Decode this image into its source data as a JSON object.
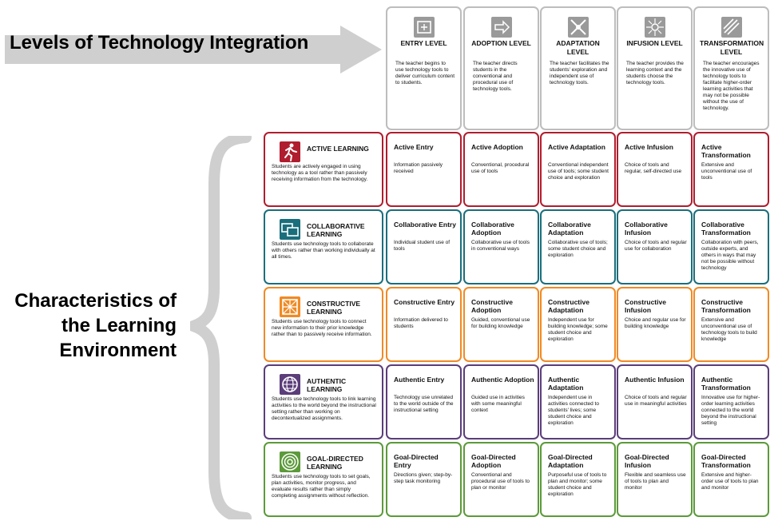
{
  "titles": {
    "levels": "Levels of Technology Integration",
    "characteristics": "Characteristics of the Learning Environment"
  },
  "colors": {
    "header_border": "#bdbdbd",
    "active": "#b01d2e",
    "collaborative": "#1b6e7c",
    "constructive": "#f08a24",
    "authentic": "#5b3d7a",
    "goal_directed": "#5c9a3a"
  },
  "levels": [
    {
      "name": "ENTRY LEVEL",
      "icon": "entry-icon",
      "desc": "The teacher begins to use technology tools to deliver curriculum content to students."
    },
    {
      "name": "ADOPTION LEVEL",
      "icon": "adoption-icon",
      "desc": "The teacher directs students in the conventional and procedural use of technology tools."
    },
    {
      "name": "ADAPTATION LEVEL",
      "icon": "adaptation-icon",
      "desc": "The teacher facilitates the students' exploration and independent use of technology tools."
    },
    {
      "name": "INFUSION LEVEL",
      "icon": "infusion-icon",
      "desc": "The teacher provides the learning context and the students choose the technology tools."
    },
    {
      "name": "TRANSFORMATION LEVEL",
      "icon": "transformation-icon",
      "desc": "The teacher encourages the innovative use of technology tools to facilitate higher-order learning activities that may not be possible without the use of technology."
    }
  ],
  "rows": [
    {
      "name": "ACTIVE LEARNING",
      "icon": "running-person-icon",
      "color": "#b01d2e",
      "desc": "Students are actively engaged in using technology as a tool rather than passively receiving information from the technology.",
      "cells": [
        {
          "title": "Active Entry",
          "desc": "Information passively received"
        },
        {
          "title": "Active Adoption",
          "desc": "Conventional, procedural use of tools"
        },
        {
          "title": "Active Adaptation",
          "desc": "Conventional independent use of tools; some student choice and exploration"
        },
        {
          "title": "Active Infusion",
          "desc": "Choice of tools and regular, self-directed use"
        },
        {
          "title": "Active Transformation",
          "desc": "Extensive and unconventional use of tools"
        }
      ]
    },
    {
      "name": "COLLABORATIVE LEARNING",
      "icon": "screens-icon",
      "color": "#1b6e7c",
      "desc": "Students use technology tools to collaborate with others rather than working individually at all times.",
      "cells": [
        {
          "title": "Collaborative Entry",
          "desc": "Individual student use of tools"
        },
        {
          "title": "Collaborative Adoption",
          "desc": "Collaborative use of tools in conventional ways"
        },
        {
          "title": "Collaborative Adaptation",
          "desc": "Collaborative use of tools; some student choice and exploration"
        },
        {
          "title": "Collaborative Infusion",
          "desc": "Choice of tools and regular use for collaboration"
        },
        {
          "title": "Collaborative Transformation",
          "desc": "Collaboration with peers, outside experts, and others in ways that may not be possible without technology"
        }
      ]
    },
    {
      "name": "CONSTRUCTIVE LEARNING",
      "icon": "scaffold-icon",
      "color": "#f08a24",
      "desc": "Students use technology tools to connect new information to their prior knowledge rather than to passively receive information.",
      "cells": [
        {
          "title": "Constructive Entry",
          "desc": "Information delivered to students"
        },
        {
          "title": "Constructive Adoption",
          "desc": "Guided, conventional use for building knowledge"
        },
        {
          "title": "Constructive Adaptation",
          "desc": "Independent use for building knowledge; some student choice and exploration"
        },
        {
          "title": "Constructive Infusion",
          "desc": "Choice and regular use for building knowledge"
        },
        {
          "title": "Constructive Transformation",
          "desc": "Extensive and unconventional use of technology tools to build knowledge"
        }
      ]
    },
    {
      "name": "AUTHENTIC LEARNING",
      "icon": "globe-icon",
      "color": "#5b3d7a",
      "desc": "Students use technology tools to link learning activities to the world beyond the instructional setting rather than working on decontextualized assignments.",
      "cells": [
        {
          "title": "Authentic Entry",
          "desc": "Technology use unrelated to the world outside of the instructional setting"
        },
        {
          "title": "Authentic Adoption",
          "desc": "Guided use in activities with some meaningful context"
        },
        {
          "title": "Authentic Adaptation",
          "desc": "Independent use in activities connected to students' lives; some student choice and exploration"
        },
        {
          "title": "Authentic Infusion",
          "desc": "Choice of tools and regular use in meaningful activities"
        },
        {
          "title": "Authentic Transformation",
          "desc": "Innovative use for higher-order learning activities connected to the world beyond the instructional setting"
        }
      ]
    },
    {
      "name": "GOAL-DIRECTED LEARNING",
      "icon": "target-icon",
      "color": "#5c9a3a",
      "desc": "Students use technology tools to set goals, plan activities, monitor progress, and evaluate results rather than simply completing assignments without reflection.",
      "cells": [
        {
          "title": "Goal-Directed Entry",
          "desc": "Directions given; step-by-step task monitoring"
        },
        {
          "title": "Goal-Directed Adoption",
          "desc": "Conventional and procedural use of tools to plan or monitor"
        },
        {
          "title": "Goal-Directed Adaptation",
          "desc": "Purposeful use of tools to plan and monitor; some student choice and exploration"
        },
        {
          "title": "Goal-Directed Infusion",
          "desc": "Flexible and seamless use of tools to plan and monitor"
        },
        {
          "title": "Goal-Directed Transformation",
          "desc": "Extensive and higher-order use of tools to plan and monitor"
        }
      ]
    }
  ]
}
